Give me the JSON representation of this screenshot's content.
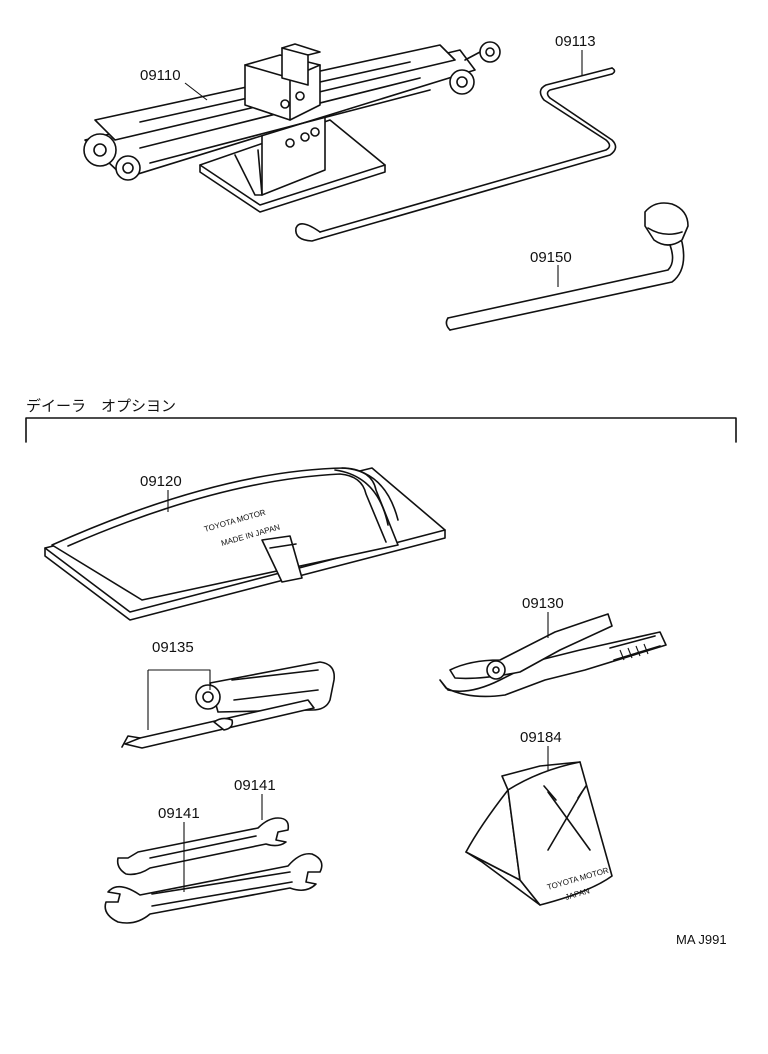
{
  "parts": {
    "jack": "09110",
    "jack_handle": "09113",
    "lug_wrench": "09150",
    "tool_bag": "09120",
    "pliers": "09130",
    "screwdriver": "09135",
    "wrench_small": "09141",
    "wrench_large": "09141",
    "wheel_chock": "09184"
  },
  "section_title": "デイーラ　オプシヨン",
  "bag_print": {
    "line1": "TOYOTA MOTOR",
    "line2": "MADE IN JAPAN"
  },
  "chock_print": {
    "line1": "TOYOTA MOTOR",
    "line2": "JAPAN"
  },
  "reference": "MA J991"
}
